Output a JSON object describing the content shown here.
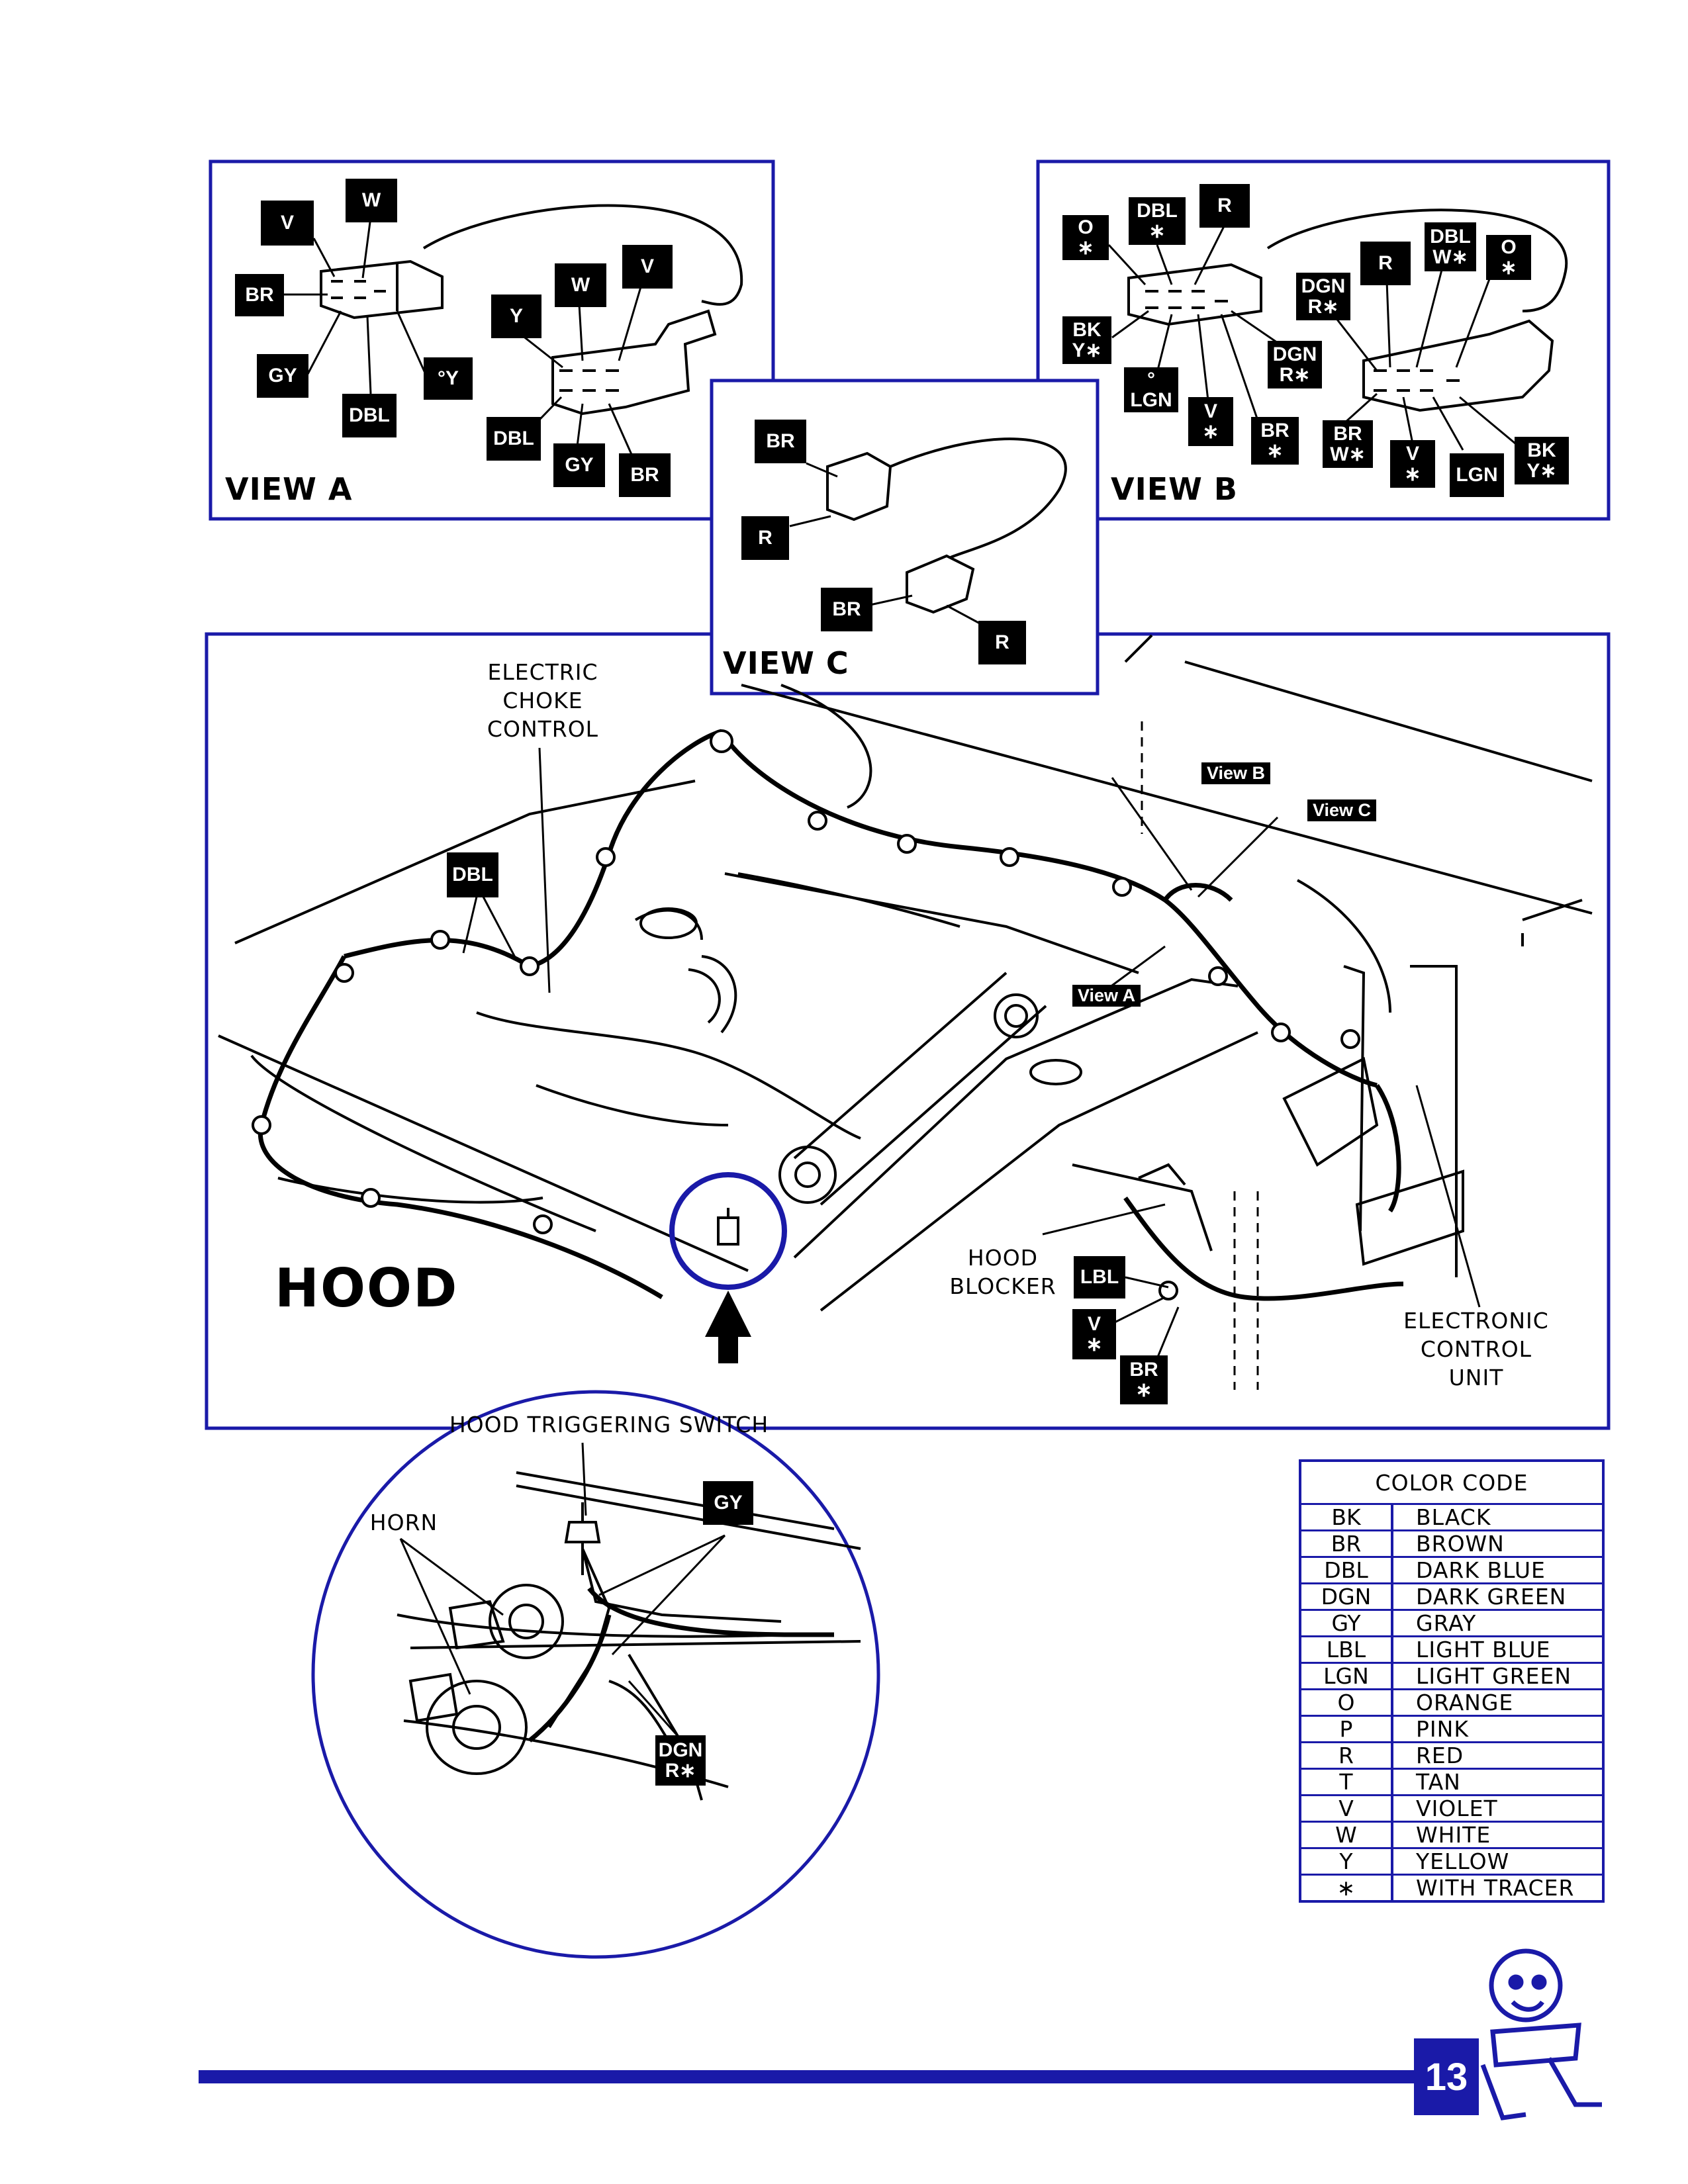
{
  "views": {
    "a": {
      "title": "VIEW A",
      "labels": [
        "V",
        "W",
        "BR",
        "GY",
        "DBL",
        "°Y",
        "Y",
        "W",
        "V",
        "DBL",
        "GY",
        "BR"
      ]
    },
    "b": {
      "title": "VIEW B",
      "labels": [
        "O\n∗",
        "DBL\n∗",
        "R",
        "DBL\nW∗",
        "O\n∗",
        "R",
        "DGN\nR∗",
        "BK\nY∗",
        "DGN\nR∗",
        "°\nLGN",
        "V\n∗",
        "BR\n∗",
        "BR\nW∗",
        "V\n∗",
        "LGN",
        "BK\nY∗"
      ]
    },
    "c": {
      "title": "VIEW C",
      "labels": [
        "BR",
        "R",
        "BR",
        "R"
      ]
    }
  },
  "hood": {
    "title": "HOOD",
    "callouts": {
      "electric_choke": "ELECTRIC\nCHOKE\nCONTROL",
      "hood_blocker": "HOOD\nBLOCKER",
      "ecu": "ELECTRONIC\nCONTROL\nUNIT"
    },
    "view_tags": [
      "View B",
      "View C",
      "View A"
    ],
    "labels": [
      "DBL",
      "LBL",
      "V\n∗",
      "BR\n∗"
    ]
  },
  "detail": {
    "title": "HOOD TRIGGERING SWITCH",
    "horn_label": "HORN",
    "labels": [
      "GY",
      "DGN\nR∗"
    ]
  },
  "color_code": {
    "title": "COLOR CODE",
    "rows": [
      [
        "BK",
        "BLACK"
      ],
      [
        "BR",
        "BROWN"
      ],
      [
        "DBL",
        "DARK BLUE"
      ],
      [
        "DGN",
        "DARK GREEN"
      ],
      [
        "GY",
        "GRAY"
      ],
      [
        "LBL",
        "LIGHT BLUE"
      ],
      [
        "LGN",
        "LIGHT GREEN"
      ],
      [
        "O",
        "ORANGE"
      ],
      [
        "P",
        "PINK"
      ],
      [
        "R",
        "RED"
      ],
      [
        "T",
        "TAN"
      ],
      [
        "V",
        "VIOLET"
      ],
      [
        "W",
        "WHITE"
      ],
      [
        "Y",
        "YELLOW"
      ],
      [
        "∗",
        "WITH TRACER"
      ]
    ]
  },
  "page_number": "13",
  "colors": {
    "frame": "#1a1aa8",
    "ink": "#000000"
  }
}
